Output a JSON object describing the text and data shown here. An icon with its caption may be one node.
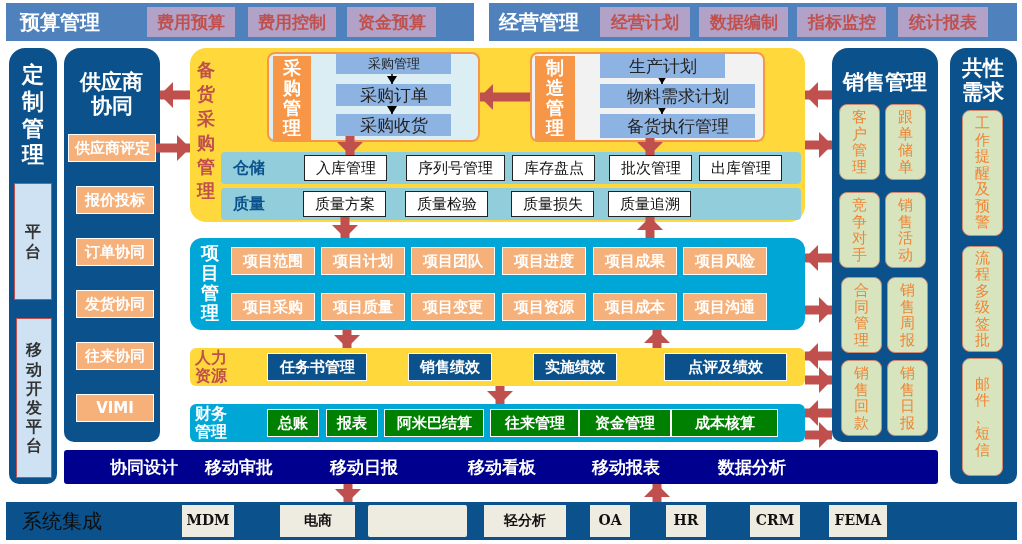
{
  "diagram": {
    "nodes": [
      {
        "text": [
          "预算管理"
        ]
      },
      {
        "text": [
          "费用预算"
        ],
        "in": 0
      },
      {
        "text": [
          "费用控制"
        ],
        "in": 0
      },
      {
        "text": [
          "资金预算"
        ],
        "in": 0
      },
      {
        "text": [
          "经营管理"
        ]
      },
      {
        "text": [
          "经营计划"
        ],
        "in": 4
      },
      {
        "text": [
          "数据编制"
        ],
        "in": 4
      },
      {
        "text": [
          "指标监控"
        ],
        "in": 4
      },
      {
        "text": [
          "统计报表"
        ],
        "in": 4
      },
      {
        "text": [
          "定制管理"
        ]
      },
      {
        "text": [
          "平台"
        ],
        "in": 9
      },
      {
        "text": [
          "移动开发平台"
        ],
        "in": 9
      },
      {
        "text": [
          "供应商协同"
        ]
      },
      {
        "text": [
          "供应商评定"
        ],
        "in": 12
      },
      {
        "text": [
          "报价投标"
        ],
        "in": 12
      },
      {
        "text": [
          "订单协同"
        ],
        "in": 12
      },
      {
        "text": [
          "发货协同"
        ],
        "in": 12
      },
      {
        "text": [
          "往来协同"
        ],
        "in": 12
      },
      {
        "text": [
          "VIMI"
        ],
        "in": 12
      },
      {
        "text": [
          "备货采购管理"
        ]
      },
      {
        "text": [
          "采购管理"
        ],
        "in": 19
      },
      {
        "text": [
          "采购管理"
        ],
        "in": 20
      },
      {
        "text": [
          "采购订单"
        ],
        "in": 20
      },
      {
        "text": [
          "采购收货"
        ],
        "in": 20
      },
      {
        "text": [
          "制造管理"
        ],
        "in": 19
      },
      {
        "text": [
          "生产计划"
        ],
        "in": 24
      },
      {
        "text": [
          "物料需求计划"
        ],
        "in": 24
      },
      {
        "text": [
          "备货执行管理"
        ],
        "in": 24
      },
      {
        "text": [
          "仓储"
        ],
        "in": 19
      },
      {
        "text": [
          "入库管理"
        ],
        "in": 28
      },
      {
        "text": [
          "序列号管理"
        ],
        "in": 28
      },
      {
        "text": [
          "库存盘点"
        ],
        "in": 28
      },
      {
        "text": [
          "批次管理"
        ],
        "in": 28
      },
      {
        "text": [
          "出库管理"
        ],
        "in": 28
      },
      {
        "text": [
          "质量"
        ],
        "in": 19
      },
      {
        "text": [
          "质量方案"
        ],
        "in": 34
      },
      {
        "text": [
          "质量检验"
        ],
        "in": 34
      },
      {
        "text": [
          "质量损失"
        ],
        "in": 34
      },
      {
        "text": [
          "质量追溯"
        ],
        "in": 34
      },
      {
        "text": [
          "项目管理"
        ]
      },
      {
        "text": [
          "项目范围"
        ],
        "in": 39
      },
      {
        "text": [
          "项目计划"
        ],
        "in": 39
      },
      {
        "text": [
          "项目团队"
        ],
        "in": 39
      },
      {
        "text": [
          "项目进度"
        ],
        "in": 39
      },
      {
        "text": [
          "项目成果"
        ],
        "in": 39
      },
      {
        "text": [
          "项目风险"
        ],
        "in": 39
      },
      {
        "text": [
          "项目采购"
        ],
        "in": 39
      },
      {
        "text": [
          "项目质量"
        ],
        "in": 39
      },
      {
        "text": [
          "项目变更"
        ],
        "in": 39
      },
      {
        "text": [
          "项目资源"
        ],
        "in": 39
      },
      {
        "text": [
          "项目成本"
        ],
        "in": 39
      },
      {
        "text": [
          "项目沟通"
        ],
        "in": 39
      },
      {
        "text": [
          "人力资源"
        ]
      },
      {
        "text": [
          "任务书管理"
        ],
        "in": 52
      },
      {
        "text": [
          "销售绩效"
        ],
        "in": 52
      },
      {
        "text": [
          "实施绩效"
        ],
        "in": 52
      },
      {
        "text": [
          "点评及绩效"
        ],
        "in": 52
      },
      {
        "text": [
          "财务管理"
        ]
      },
      {
        "text": [
          "总账"
        ],
        "in": 57
      },
      {
        "text": [
          "报表"
        ],
        "in": 57
      },
      {
        "text": [
          "阿米巴结算"
        ],
        "in": 57
      },
      {
        "text": [
          "往来管理"
        ],
        "in": 57
      },
      {
        "text": [
          "资金管理"
        ],
        "in": 57
      },
      {
        "text": [
          "成本核算"
        ],
        "in": 57
      },
      {
        "text": [
          "销售管理"
        ]
      },
      {
        "text": [
          "客户管理"
        ],
        "in": 64
      },
      {
        "text": [
          "跟单储单"
        ],
        "in": 64
      },
      {
        "text": [
          "竞争对手"
        ],
        "in": 64
      },
      {
        "text": [
          "销售活动"
        ],
        "in": 64
      },
      {
        "text": [
          "合同管理"
        ],
        "in": 64
      },
      {
        "text": [
          "销售周报"
        ],
        "in": 64
      },
      {
        "text": [
          "销售回款"
        ],
        "in": 64
      },
      {
        "text": [
          "销售日报"
        ],
        "in": 64
      },
      {
        "text": [
          "共性需求"
        ]
      },
      {
        "text": [
          "工作提醒及预警"
        ],
        "in": 73
      },
      {
        "text": [
          "流程多级签批"
        ],
        "in": 73
      },
      {
        "text": [
          "邮件、短信"
        ],
        "in": 73
      },
      {
        "text": [
          "协同设计",
          "移动审批",
          "移动日报",
          "移动看板",
          "移动报表",
          "数据分析"
        ]
      },
      {
        "text": [
          "系统集成"
        ]
      },
      {
        "text": [
          "MDM"
        ],
        "in": 78
      },
      {
        "text": [
          "电商"
        ],
        "in": 78
      },
      {
        "text": [],
        "shape": "box",
        "in": 78
      },
      {
        "text": [
          "轻分析"
        ],
        "in": 78
      },
      {
        "text": [
          "OA"
        ],
        "in": 78
      },
      {
        "text": [
          "HR"
        ],
        "in": 78
      },
      {
        "text": [
          "CRM"
        ],
        "in": 78
      },
      {
        "text": [
          "FEMA"
        ],
        "in": 78
      }
    ],
    "edges": [
      {
        "from": 19,
        "to": 12,
        "arrow": "to"
      },
      {
        "from": 21,
        "to": 22,
        "arrow": "to",
        "color": "#000000"
      },
      {
        "from": 22,
        "to": 23,
        "arrow": "to",
        "color": "#000000"
      },
      {
        "from": 24,
        "to": 20,
        "arrow": "to"
      },
      {
        "from": 25,
        "to": 26,
        "arrow": "to",
        "color": "#000000"
      },
      {
        "from": 26,
        "to": 27,
        "arrow": "to",
        "color": "#000000"
      },
      {
        "from": 64,
        "to": 19,
        "arrow": "to"
      },
      {
        "from": 13,
        "to": 19,
        "arrow": "to"
      },
      {
        "from": 19,
        "to": 64,
        "arrow": "to"
      },
      {
        "from": 23,
        "to": 29,
        "arrow": "to"
      },
      {
        "from": 27,
        "to": 32,
        "arrow": "to"
      },
      {
        "from": 35,
        "to": 39,
        "arrow": "to"
      },
      {
        "from": 39,
        "to": 38,
        "arrow": "to"
      },
      {
        "from": 64,
        "to": 39,
        "arrow": "to"
      },
      {
        "from": 39,
        "to": 64,
        "arrow": "to"
      },
      {
        "from": 39,
        "to": 52,
        "arrow": "to"
      },
      {
        "from": 52,
        "to": 39,
        "arrow": "to"
      },
      {
        "from": 64,
        "to": 52,
        "arrow": "to"
      },
      {
        "from": 52,
        "to": 64,
        "arrow": "to"
      },
      {
        "from": 52,
        "to": 57,
        "arrow": "to"
      },
      {
        "from": 64,
        "to": 57,
        "arrow": "to"
      },
      {
        "from": 57,
        "to": 64,
        "arrow": "to"
      },
      {
        "from": 77,
        "to": 78,
        "arrow": "to"
      },
      {
        "from": 78,
        "to": 77,
        "arrow": "to"
      }
    ]
  }
}
